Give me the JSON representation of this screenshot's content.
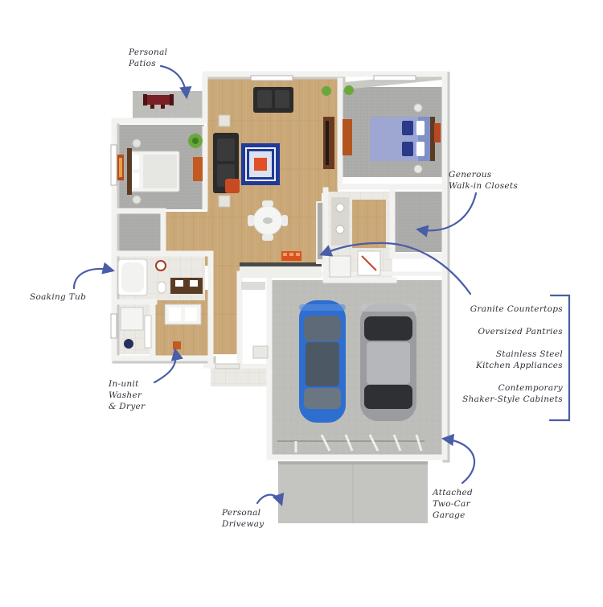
{
  "callouts": {
    "personal_patios": [
      "Personal",
      "Patios"
    ],
    "generous_closets": [
      "Generous",
      "Walk-in Closets"
    ],
    "soaking_tub": "Soaking Tub",
    "washer_dryer": [
      "In-unit",
      "Washer",
      "& Dryer"
    ],
    "kitchen_features": [
      "Granite Countertops",
      "Oversized Pantries",
      "Stainless Steel",
      "Kitchen Appliances",
      "Contemporary",
      "Shaker-Style Cabinets"
    ],
    "garage": [
      "Attached",
      "Two-Car",
      "Garage"
    ],
    "driveway": [
      "Personal",
      "Driveway"
    ]
  },
  "colors": {
    "wall": "#f4f4f2",
    "wall_shadow": "#cfcfcc",
    "wood_floor": "#caa878",
    "carpet": "#a9a9a6",
    "concrete": "#bdbdb9",
    "tile": "#e6e4de",
    "arrow": "#4a5da8",
    "car_blue": "#2f6ed1",
    "car_silver": "#9a9c9f",
    "sofa": "#2b2b2b",
    "rug": "#1f3a9a",
    "bed_quilt": "#7f8fc7",
    "accent_orange": "#d9531e"
  }
}
